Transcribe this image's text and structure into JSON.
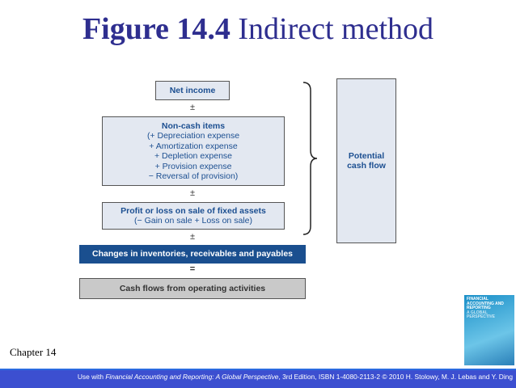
{
  "title": {
    "bold": "Figure 14.4",
    "rest": " Indirect method"
  },
  "diagram": {
    "net_income": "Net income",
    "op1": "±",
    "noncash_title": "Non-cash items",
    "noncash_lines": [
      "(+ Depreciation expense",
      "+ Amortization expense",
      "+ Depletion expense",
      "+ Provision expense",
      "− Reversal of provision)"
    ],
    "op2": "±",
    "profit_title": "Profit or loss on sale of fixed assets",
    "profit_line": "(− Gain on sale + Loss on sale)",
    "op3": "±",
    "changes": "Changes in inventories, receivables and payables",
    "op4": "=",
    "cash_flows": "Cash flows from operating activities",
    "potential": "Potential cash flow"
  },
  "colors": {
    "title": "#2e2e8f",
    "box_text": "#1c4f91",
    "changes_bg": "#1a4f8f",
    "cash_bg": "#c9c9c9",
    "footer": "#3c4fd0"
  },
  "chapter": "Chapter 14",
  "cover": {
    "title": "FINANCIAL ACCOUNTING AND REPORTING",
    "subtitle": "A GLOBAL PERSPECTIVE"
  },
  "footer": {
    "prefix": "Use with ",
    "book": "Financial Accounting and Reporting: A Global Perspective",
    "suffix": ", 3rd Edition, ISBN 1-4080-2113-2 © 2010 H. Stolowy,  M. J. Lebas and Y. Ding"
  }
}
